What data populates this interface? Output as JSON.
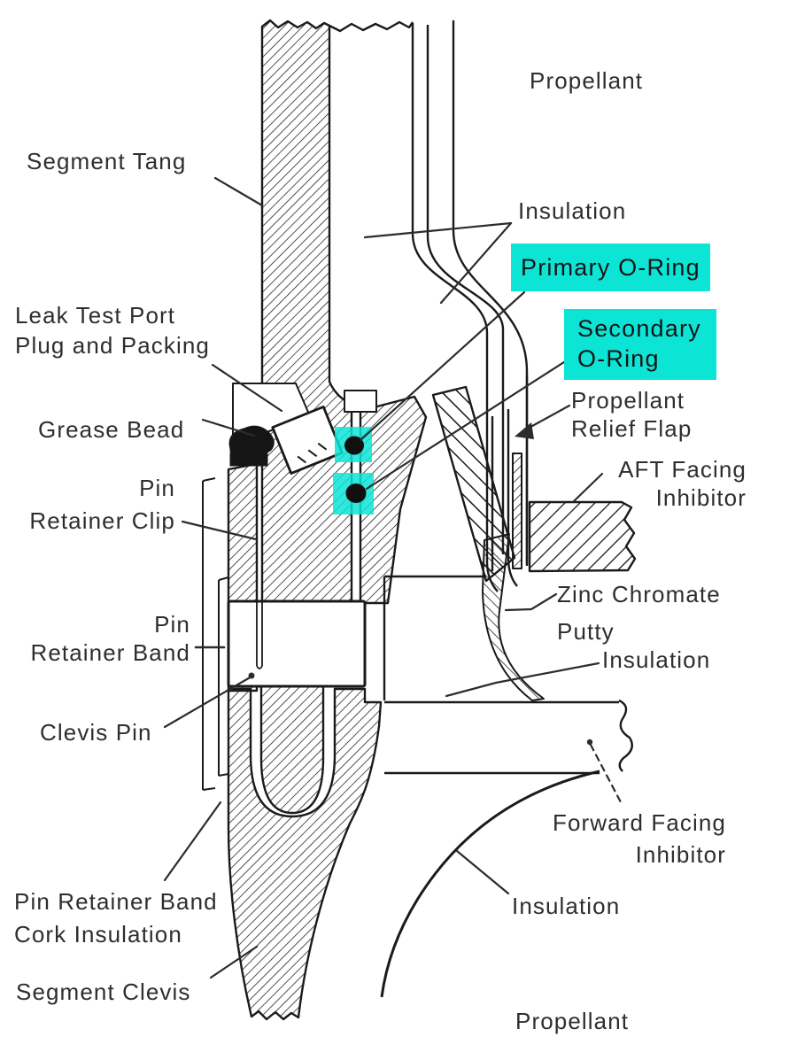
{
  "figure": {
    "description": "SRB field joint cross-section diagram",
    "colors": {
      "highlight": "#0ce4d6",
      "ink": "#1a1a1a",
      "label_text": "#2e2e2e",
      "background": "#ffffff",
      "oring_dot": "#101010"
    }
  },
  "labels": {
    "propellant_top": "Propellant",
    "segment_tang": "Segment Tang",
    "insulation_upper": "Insulation",
    "primary_oring": "Primary O-Ring",
    "secondary_line1": "Secondary",
    "secondary_line2": "O-Ring",
    "leak_line1": "Leak Test Port",
    "leak_line2": "Plug and Packing",
    "grease_bead": "Grease Bead",
    "clip_line1": "Pin",
    "clip_line2": "Retainer Clip",
    "relief_line1": "Propellant",
    "relief_line2": "Relief Flap",
    "aft_line1": "AFT Facing",
    "aft_line2": "Inhibitor",
    "band_line1": "Pin",
    "band_line2": "Retainer Band",
    "zinc_line1": "Zinc Chromate",
    "zinc_line2": "Putty",
    "insulation_mid": "Insulation",
    "clevis_pin": "Clevis Pin",
    "fwd_line1": "Forward Facing",
    "fwd_line2": "Inhibitor",
    "insulation_lower": "Insulation",
    "cork_line1": "Pin Retainer Band",
    "cork_line2": "Cork Insulation",
    "segment_clevis": "Segment Clevis",
    "propellant_bottom": "Propellant"
  }
}
